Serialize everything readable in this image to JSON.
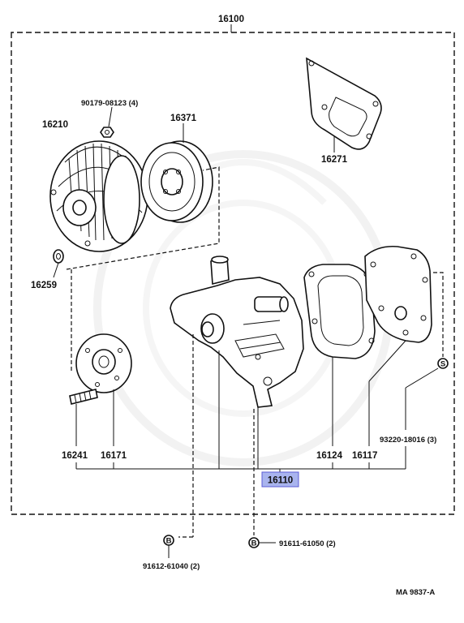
{
  "labels": {
    "assembly": "16100",
    "bolt_fan": "90179-08123 (4)",
    "fluid_coupling": "16210",
    "pulley": "16371",
    "gasket_top": "16271",
    "nut": "16259",
    "hub_bolt": "16241",
    "hub": "16171",
    "gasket_a": "16124",
    "gasket_b": "16117",
    "stud": "93220-18016 (3)",
    "pump": "16110",
    "bolt_left": "91612-61040 (2)",
    "bolt_right": "91611-61050 (2)",
    "figure_code": "MA  9837-A",
    "marker_b": "B",
    "marker_s": "S"
  },
  "colors": {
    "highlight_fill": "#a9b4ee",
    "line": "#111111",
    "watermark": "#e6e6e6"
  }
}
